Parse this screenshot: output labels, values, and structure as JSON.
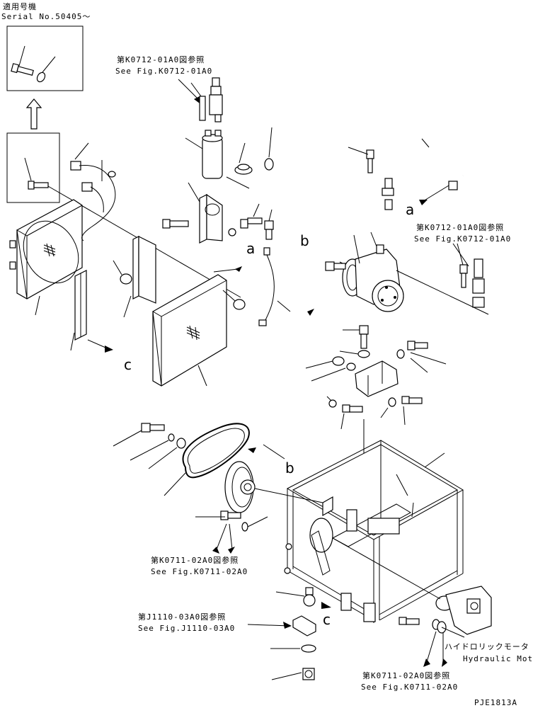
{
  "header": {
    "applicable_jp": "適用号機",
    "serial": "Serial No.50405～"
  },
  "refs": {
    "k0712_top_jp": "第K0712-01A0図参照",
    "k0712_top_en": "See Fig.K0712-01A0",
    "k0712_right_jp": "第K0712-01A0図参照",
    "k0712_right_en": "See Fig.K0712-01A0",
    "k0711_left_jp": "第K0711-02A0図参照",
    "k0711_left_en": "See Fig.K0711-02A0",
    "j1110_jp": "第J1110-03A0図参照",
    "j1110_en": "See Fig.J1110-03A0",
    "k0711_bottom_jp": "第K0711-02A0図参照",
    "k0711_bottom_en": "See Fig.K0711-02A0"
  },
  "hydraulic_motor": {
    "jp": "ハイドロリックモータ",
    "en": "Hydraulic Motor"
  },
  "markers": {
    "a": "a",
    "b": "b",
    "c": "c"
  },
  "drawing_code": "PJE1813A"
}
